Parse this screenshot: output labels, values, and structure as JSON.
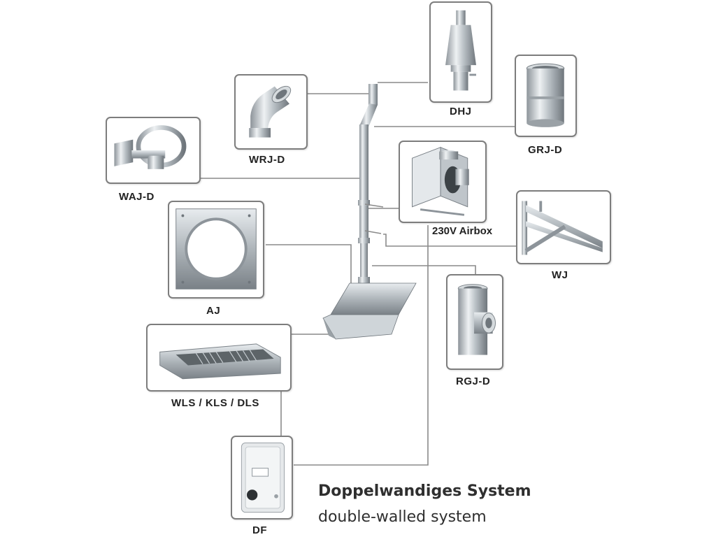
{
  "labels": {
    "dhj": "DHJ",
    "grj_d": "GRJ-D",
    "wrj_d": "WRJ-D",
    "waj_d": "WAJ-D",
    "airbox": "230V Airbox",
    "aj": "AJ",
    "wj": "WJ",
    "rgj_d": "RGJ-D",
    "hood": "WLS / KLS / DLS",
    "df": "DF"
  },
  "title": "Doppelwandiges System",
  "subtitle": "double-walled system",
  "colors": {
    "frame": "#7d7d7d",
    "line": "#8a8a8a",
    "steel": "#c9cfd4",
    "text": "#222222"
  }
}
